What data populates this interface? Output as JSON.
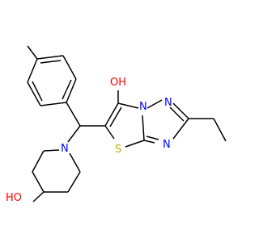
{
  "atom_labels": {
    "oh_top": "OH",
    "oh_bottom": "HO",
    "n_piperidine": "N",
    "s_thiazole": "S",
    "n_bridge": "N",
    "n_triazole_top": "N",
    "n_triazole_bottom": "N"
  },
  "colors": {
    "bond": "#000000",
    "oxygen": "#ff0000",
    "nitrogen": "#0000ff",
    "sulfur": "#b2b200"
  }
}
